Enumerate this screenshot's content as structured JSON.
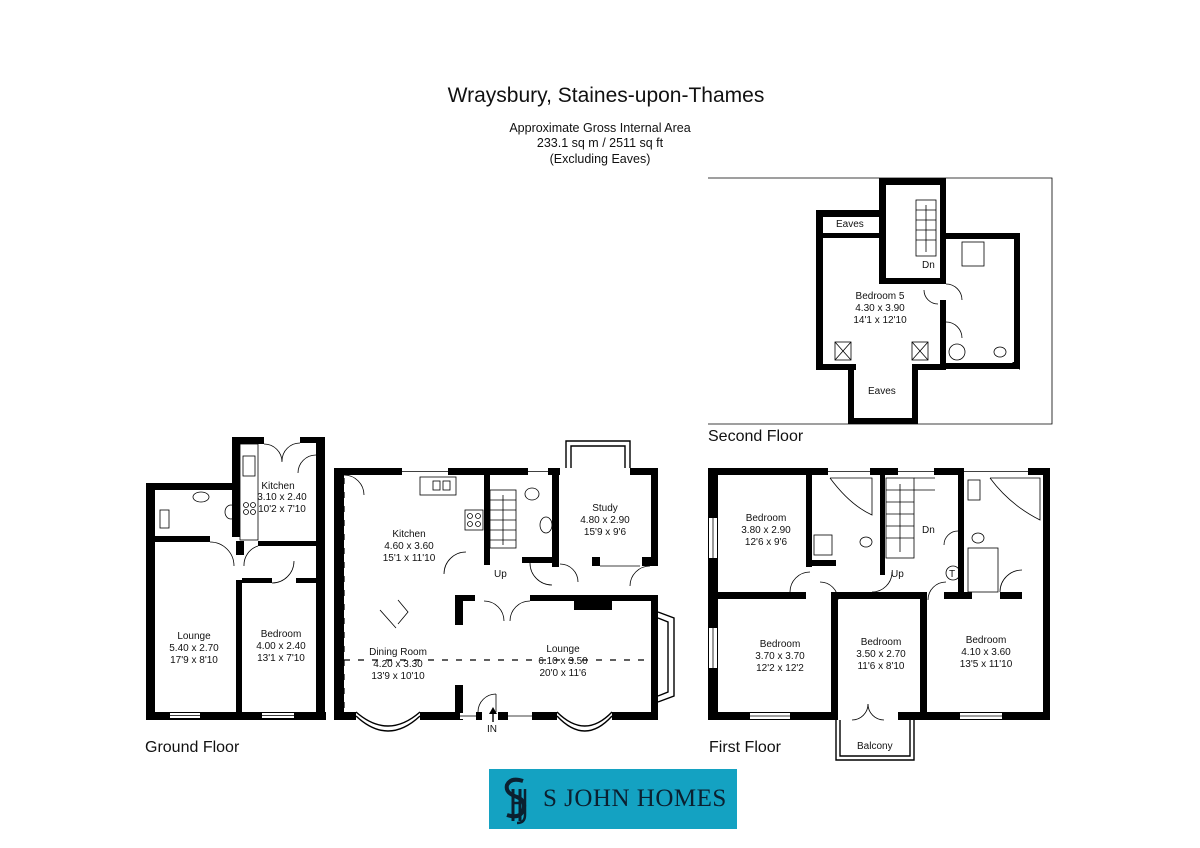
{
  "header": {
    "title": "Wraysbury, Staines-upon-Thames",
    "area_label": "Approximate Gross Internal Area",
    "area_value": "233.1 sq m / 2511 sq ft",
    "area_note": "(Excluding Eaves)"
  },
  "floors": {
    "ground": "Ground Floor",
    "first": "First Floor",
    "second": "Second Floor"
  },
  "rooms": {
    "ground_kitchen_small": {
      "name": "Kitchen",
      "metric": "3.10 x 2.40",
      "imperial": "10'2 x 7'10"
    },
    "ground_lounge_left": {
      "name": "Lounge",
      "metric": "5.40 x 2.70",
      "imperial": "17'9 x 8'10"
    },
    "ground_bedroom": {
      "name": "Bedroom",
      "metric": "4.00 x 2.40",
      "imperial": "13'1 x 7'10"
    },
    "ground_kitchen_main": {
      "name": "Kitchen",
      "metric": "4.60 x 3.60",
      "imperial": "15'1 x 11'10"
    },
    "ground_dining": {
      "name": "Dining Room",
      "metric": "4.20 x 3.30",
      "imperial": "13'9 x 10'10"
    },
    "ground_study": {
      "name": "Study",
      "metric": "4.80 x 2.90",
      "imperial": "15'9 x 9'6"
    },
    "ground_lounge_main": {
      "name": "Lounge",
      "metric": "6.10 x 3.50",
      "imperial": "20'0 x 11'6"
    },
    "first_bedroom_a": {
      "name": "Bedroom",
      "metric": "3.80 x 2.90",
      "imperial": "12'6 x 9'6"
    },
    "first_bedroom_b": {
      "name": "Bedroom",
      "metric": "3.70 x 3.70",
      "imperial": "12'2 x 12'2"
    },
    "first_bedroom_c": {
      "name": "Bedroom",
      "metric": "3.50 x 2.70",
      "imperial": "11'6 x 8'10"
    },
    "first_bedroom_d": {
      "name": "Bedroom",
      "metric": "4.10 x 3.60",
      "imperial": "13'5 x 11'10"
    },
    "second_bedroom5": {
      "name": "Bedroom 5",
      "metric": "4.30 x 3.90",
      "imperial": "14'1 x 12'10"
    }
  },
  "labels": {
    "up_ground": "Up",
    "in_ground": "IN",
    "up_first": "Up",
    "dn_first": "Dn",
    "t_first": "T",
    "balcony": "Balcony",
    "dn_second": "Dn",
    "eaves_top": "Eaves",
    "eaves_bottom": "Eaves"
  },
  "logo": {
    "text": "S JOHN HOMES",
    "background": "#14a2c2"
  }
}
